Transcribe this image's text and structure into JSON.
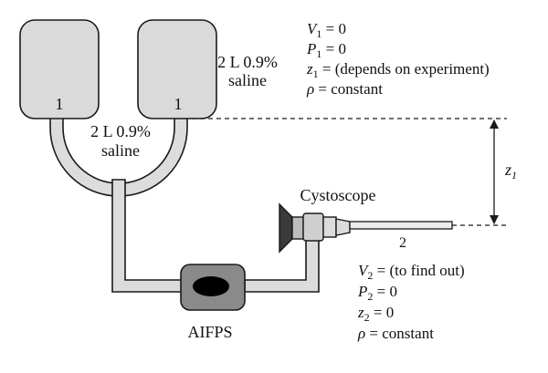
{
  "bags": {
    "left_label": "1",
    "right_label": "1",
    "right_volume": "2 L 0.9%",
    "right_fluid": "saline",
    "inner_volume": "2 L 0.9%",
    "inner_fluid": "saline"
  },
  "pump": {
    "label": "AIFPS"
  },
  "scope": {
    "title": "Cystoscope",
    "point_label": "2"
  },
  "height": {
    "var": "z",
    "sub": "1"
  },
  "state1": {
    "v_var": "V",
    "v_sub": "1",
    "v_val": " = 0",
    "p_var": "P",
    "p_sub": "1",
    "p_val": " = 0",
    "z_var": "z",
    "z_sub": "1",
    "z_val": " = (depends on experiment)",
    "rho_var": "ρ",
    "rho_val": " = constant"
  },
  "state2": {
    "v_var": "V",
    "v_sub": "2",
    "v_val": " = (to find out)",
    "p_var": "P",
    "p_sub": "2",
    "p_val": " = 0",
    "z_var": "z",
    "z_sub": "2",
    "z_val": " = 0",
    "rho_var": "ρ",
    "rho_val": " = constant"
  },
  "colors": {
    "bag_fill": "#dadada",
    "tube_fill": "#dcdcdc",
    "pump_body": "#8a8a8a",
    "pump_core": "#000000",
    "outline": "#1a1a1a"
  }
}
